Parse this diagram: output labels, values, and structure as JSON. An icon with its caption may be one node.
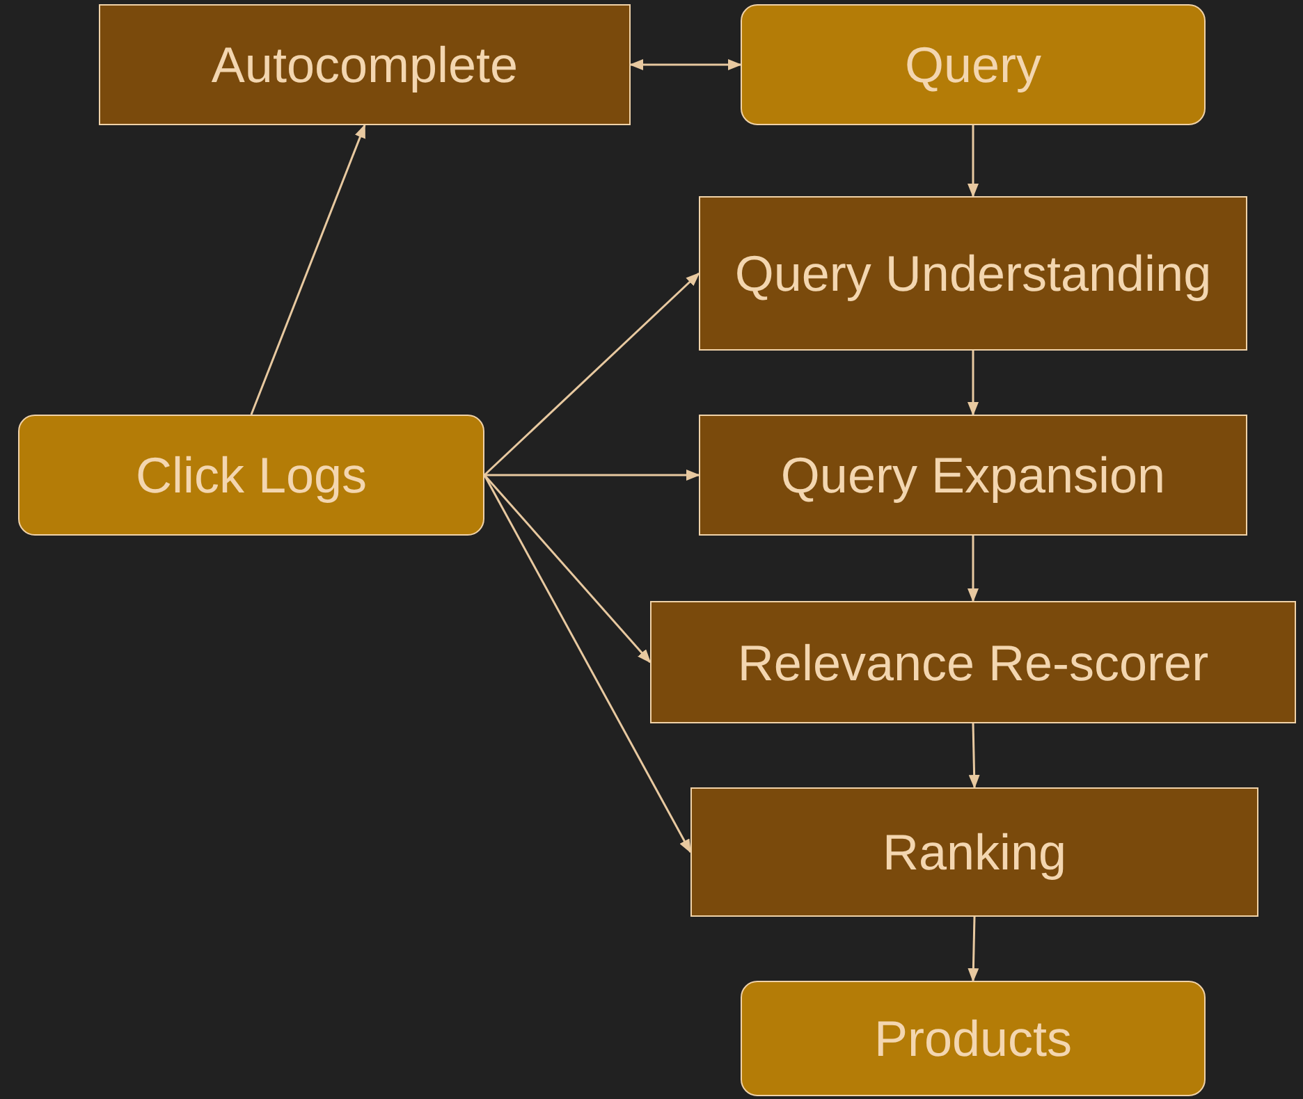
{
  "diagram": {
    "nodes": [
      {
        "text": [
          "Autocomplete"
        ]
      },
      {
        "text": [
          "Query"
        ]
      },
      {
        "text": [
          "Query Understanding"
        ]
      },
      {
        "text": [
          "Click Logs"
        ]
      },
      {
        "text": [
          "Query Expansion"
        ]
      },
      {
        "text": [
          "Relevance Re-scorer"
        ]
      },
      {
        "text": [
          "Ranking"
        ]
      },
      {
        "text": [
          "Products"
        ]
      }
    ],
    "edges": [
      {
        "from": 0,
        "to": 1,
        "arrow": "both"
      },
      {
        "from": 1,
        "to": 2,
        "arrow": "to"
      },
      {
        "from": 3,
        "to": 0,
        "arrow": "to"
      },
      {
        "from": 3,
        "to": 2,
        "arrow": "to"
      },
      {
        "from": 3,
        "to": 4,
        "arrow": "to"
      },
      {
        "from": 2,
        "to": 4,
        "arrow": "to"
      },
      {
        "from": 3,
        "to": 5,
        "arrow": "to"
      },
      {
        "from": 4,
        "to": 5,
        "arrow": "to"
      },
      {
        "from": 3,
        "to": 6,
        "arrow": "to"
      },
      {
        "from": 5,
        "to": 6,
        "arrow": "to"
      },
      {
        "from": 6,
        "to": 7,
        "arrow": "to"
      }
    ]
  }
}
